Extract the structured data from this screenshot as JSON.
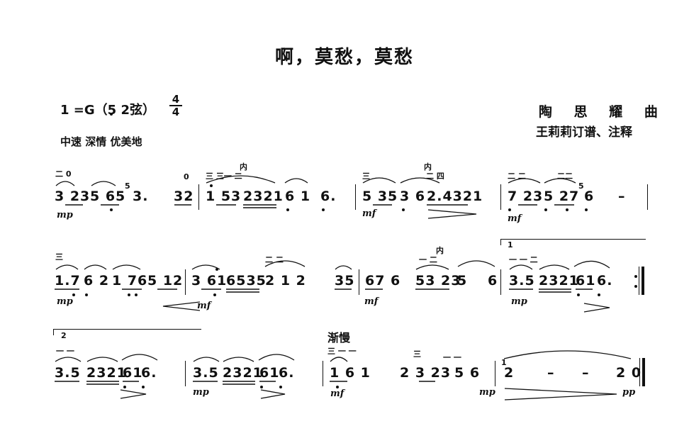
{
  "title": "啊，莫愁，莫愁",
  "key": "1 =G（5 2弦）",
  "time_signature": {
    "top": "4",
    "bottom": "4"
  },
  "composer": "陶 思 耀 曲",
  "editor": "王莉莉订谱、注释",
  "tempo": "中速  深情  优美地",
  "tempo_change": "渐慢",
  "dynamics": {
    "mp": "mp",
    "mf": "mf",
    "pp": "pp"
  },
  "line1": {
    "notes": [
      "3 23",
      "5 65",
      "3.",
      "32",
      "1 53",
      "2321",
      "6 1",
      "6.",
      "5 35",
      "3 6",
      "2.432",
      "1",
      "7 23",
      "5 27",
      "6",
      "–"
    ],
    "grace1": "5",
    "grace2": "5",
    "marks": [
      "二 0",
      "0",
      "三 三一 二",
      "内",
      "三",
      "内",
      "二  四",
      "二  二",
      "二二"
    ]
  },
  "line2": {
    "notes": [
      "1.7",
      "6 2",
      "1 76",
      "5 12",
      "3 61",
      "6535",
      "2 1 2",
      "35",
      "67 6",
      "53 23",
      "5",
      "6",
      "3.5",
      "2321",
      "61",
      "6."
    ],
    "marks": [
      "三",
      "二  二",
      "内",
      "一  二",
      "一  一  二"
    ],
    "volta": "1"
  },
  "line3": {
    "notes": [
      "3.5",
      "2321",
      "61",
      "6.",
      "3.5",
      "2321",
      "61",
      "6.",
      "1 6 1",
      "2 3 23",
      "5 6",
      "2",
      "–",
      "–",
      "2 0"
    ],
    "marks": [
      "一 一",
      "三 一 一",
      "三",
      "一 一"
    ],
    "volta": "2",
    "grace": "1"
  }
}
